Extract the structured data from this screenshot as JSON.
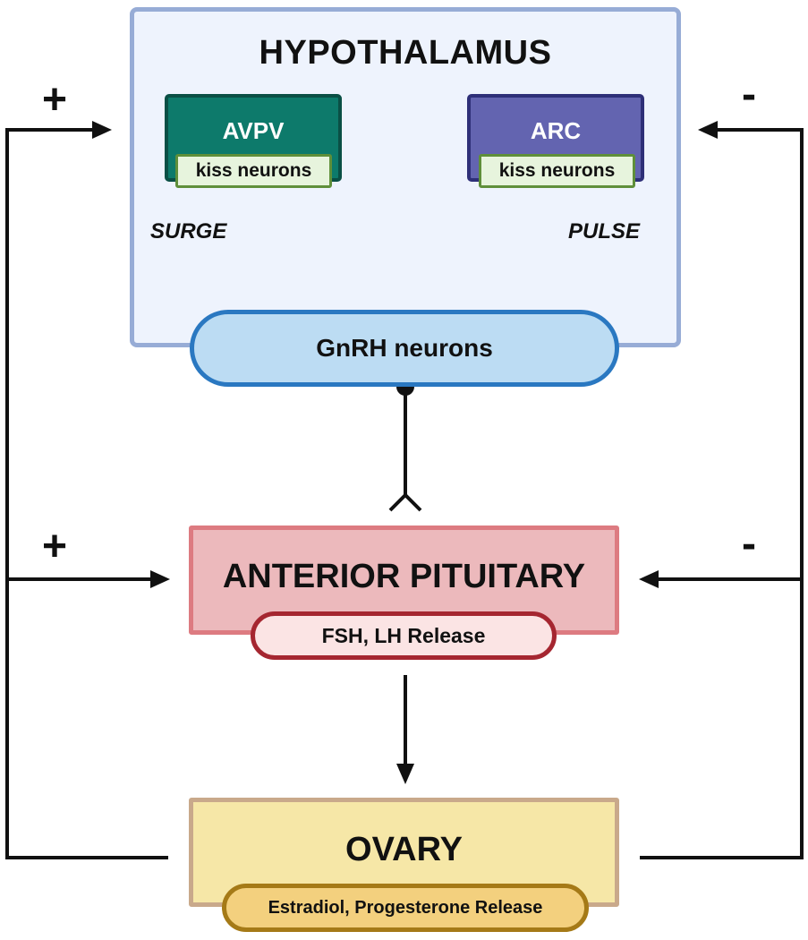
{
  "hypothalamus": {
    "title": "HYPOTHALAMUS",
    "avpv": {
      "label": "AVPV",
      "sublabel": "kiss neurons"
    },
    "arc": {
      "label": "ARC",
      "sublabel": "kiss neurons"
    },
    "surge_label": "SURGE",
    "pulse_label": "PULSE"
  },
  "gnrh": {
    "label": "GnRH neurons"
  },
  "pituitary": {
    "title": "ANTERIOR PITUITARY",
    "release": "FSH, LH Release"
  },
  "ovary": {
    "title": "OVARY",
    "release": "Estradiol, Progesterone Release"
  },
  "feedback": {
    "left_top_sign": "+",
    "right_top_sign": "-",
    "left_middle_sign": "+",
    "right_middle_sign": "-"
  },
  "colors": {
    "hypothalamus_fill": "#eef3fd",
    "hypothalamus_border": "#97acd6",
    "avpv": "#0d7a6b",
    "arc": "#6364b0",
    "kiss_fill": "#e7f4dd",
    "gnrh_fill": "#bcdcf3",
    "gnrh_border": "#2a78c1",
    "pituitary_fill": "#ecb9bc",
    "pituitary_border": "#dd7b81",
    "fsh_border": "#a52630",
    "ovary_fill": "#f6e7a7",
    "estradiol_fill": "#f3d07e"
  }
}
